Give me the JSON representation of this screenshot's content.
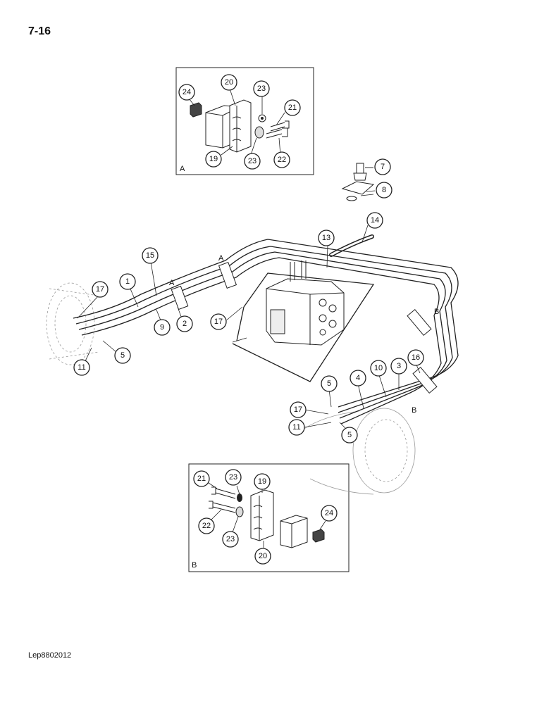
{
  "page": {
    "number": "7-16",
    "reference_code": "Lep8802012"
  },
  "insets": {
    "A": {
      "label": "A",
      "callouts": [
        "24",
        "20",
        "23",
        "21",
        "19",
        "23",
        "22"
      ]
    },
    "B": {
      "label": "B",
      "callouts": [
        "21",
        "23",
        "19",
        "22",
        "23",
        "24",
        "20"
      ]
    }
  },
  "main": {
    "section_marks": [
      "A",
      "A",
      "B",
      "B"
    ],
    "callouts": [
      "7",
      "8",
      "14",
      "13",
      "15",
      "1",
      "17",
      "9",
      "2",
      "5",
      "11",
      "17",
      "17",
      "5",
      "4",
      "10",
      "3",
      "16",
      "11",
      "5"
    ]
  }
}
